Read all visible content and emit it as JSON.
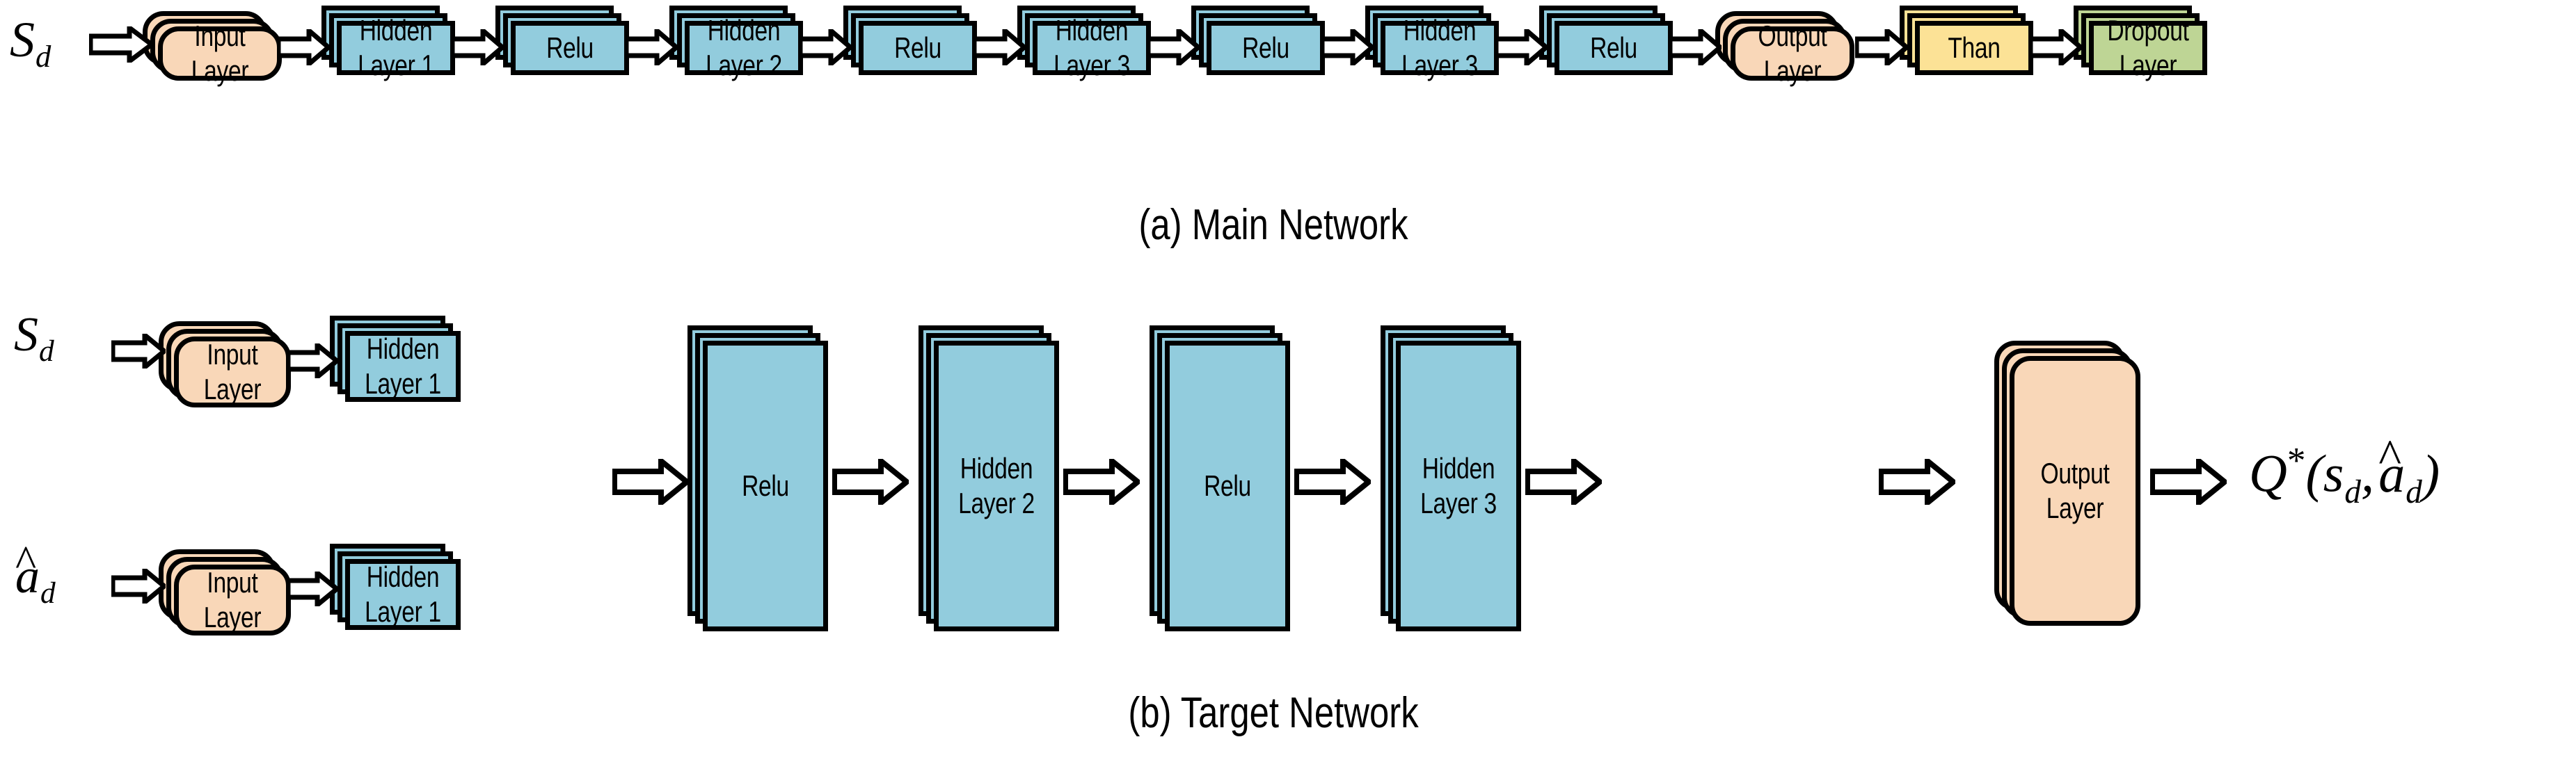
{
  "figure": {
    "caption_a": "(a) Main Network",
    "caption_b": "(b) Target Network"
  },
  "colors": {
    "input_output": "#F9D7B8",
    "hidden_relu": "#92CCDD",
    "tanh": "#FCE296",
    "dropout": "#BED595",
    "outline": "#000000",
    "background": "#FFFFFF",
    "arrow_fill": "#FFFFFF"
  },
  "main_network": {
    "title": "Main Network",
    "input_signal": {
      "symbol": "S",
      "subscript": "d"
    },
    "blocks": [
      {
        "id": "input-layer",
        "label": "Input\nLayer",
        "color_key": "input_output",
        "shape": "rounded"
      },
      {
        "id": "hidden-layer-1",
        "label": "Hidden\nLayer 1",
        "color_key": "hidden_relu",
        "shape": "square"
      },
      {
        "id": "relu-1",
        "label": "Relu",
        "color_key": "hidden_relu",
        "shape": "square"
      },
      {
        "id": "hidden-layer-2",
        "label": "Hidden\nLayer 2",
        "color_key": "hidden_relu",
        "shape": "square"
      },
      {
        "id": "relu-2",
        "label": "Relu",
        "color_key": "hidden_relu",
        "shape": "square"
      },
      {
        "id": "hidden-layer-3",
        "label": "Hidden\nLayer 3",
        "color_key": "hidden_relu",
        "shape": "square"
      },
      {
        "id": "relu-3",
        "label": "Relu",
        "color_key": "hidden_relu",
        "shape": "square"
      },
      {
        "id": "output-layer",
        "label": "Output\nLayer",
        "color_key": "input_output",
        "shape": "rounded"
      },
      {
        "id": "tanh",
        "label": "Than",
        "color_key": "tanh",
        "shape": "square"
      },
      {
        "id": "dropout-layer",
        "label": "Dropout\nLayer",
        "color_key": "dropout",
        "shape": "square"
      }
    ]
  },
  "target_network": {
    "title": "Target Network",
    "input_signal_state": {
      "symbol": "S",
      "subscript": "d",
      "hat": false
    },
    "input_signal_action": {
      "symbol": "a",
      "subscript": "d",
      "hat": true
    },
    "branch_state": [
      {
        "id": "input-layer-state",
        "label": "Input\nLayer",
        "color_key": "input_output",
        "shape": "rounded"
      },
      {
        "id": "hidden-layer-1-state",
        "label": "Hidden\nLayer 1",
        "color_key": "hidden_relu",
        "shape": "square"
      }
    ],
    "branch_action": [
      {
        "id": "input-layer-action",
        "label": "Input\nLayer",
        "color_key": "input_output",
        "shape": "rounded"
      },
      {
        "id": "hidden-layer-1-action",
        "label": "Hidden\nLayer 1",
        "color_key": "hidden_relu",
        "shape": "square"
      }
    ],
    "trunk": [
      {
        "id": "relu-1-target",
        "label": "Relu",
        "color_key": "hidden_relu",
        "shape": "square"
      },
      {
        "id": "hidden-layer-2-target",
        "label": "Hidden\nLayer 2",
        "color_key": "hidden_relu",
        "shape": "square"
      },
      {
        "id": "relu-2-target",
        "label": "Relu",
        "color_key": "hidden_relu",
        "shape": "square"
      },
      {
        "id": "hidden-layer-3-target",
        "label": "Hidden\nLayer 3",
        "color_key": "hidden_relu",
        "shape": "square"
      },
      {
        "id": "output-layer-target",
        "label": "Output\nLayer",
        "color_key": "input_output",
        "shape": "rounded"
      }
    ],
    "output_expression": {
      "q": "Q",
      "star": "*",
      "open": "(",
      "arg1_symbol": "s",
      "arg1_subscript": "d",
      "comma": ",",
      "arg2_symbol": "a",
      "arg2_subscript": "d",
      "arg2_hat": true,
      "close": ")"
    }
  }
}
